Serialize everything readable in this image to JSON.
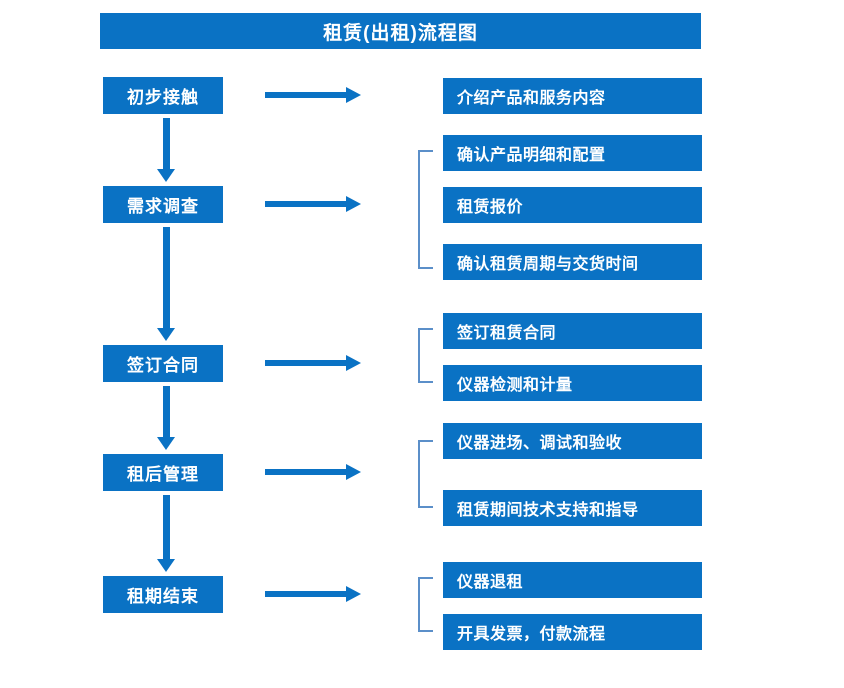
{
  "colors": {
    "box_fill": "#0A72C4",
    "box_text": "#FFFFFF",
    "arrow": "#0A72C4",
    "bracket": "#5B8FC9",
    "background": "#FFFFFF"
  },
  "title": "租赁(出租)流程图",
  "stages": [
    {
      "label": "初步接触"
    },
    {
      "label": "需求调查"
    },
    {
      "label": "签订合同"
    },
    {
      "label": "租后管理"
    },
    {
      "label": "租期结束"
    }
  ],
  "details": [
    {
      "label": "介绍产品和服务内容"
    },
    {
      "label": "确认产品明细和配置"
    },
    {
      "label": "租赁报价"
    },
    {
      "label": "确认租赁周期与交货时间"
    },
    {
      "label": "签订租赁合同"
    },
    {
      "label": "仪器检测和计量"
    },
    {
      "label": "仪器进场、调试和验收"
    },
    {
      "label": "租赁期间技术支持和指导"
    },
    {
      "label": "仪器退租"
    },
    {
      "label": "开具发票，付款流程"
    }
  ]
}
